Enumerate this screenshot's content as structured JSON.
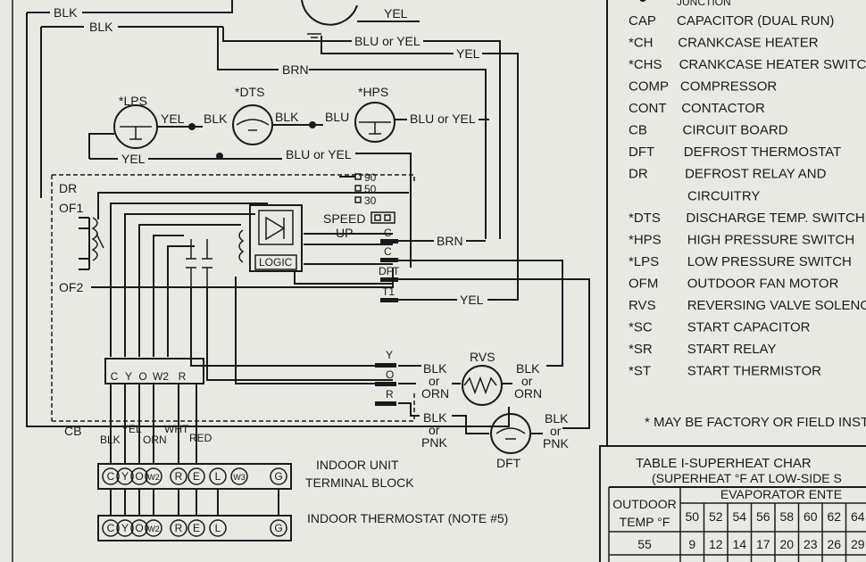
{
  "legend": {
    "header": "JUNCTION",
    "items": [
      {
        "code": "CAP",
        "desc": "CAPACITOR (DUAL RUN)"
      },
      {
        "code": "*CH",
        "desc": "CRANKCASE HEATER"
      },
      {
        "code": "*CHS",
        "desc": "CRANKCASE HEATER SWITCH"
      },
      {
        "code": "COMP",
        "desc": "COMPRESSOR"
      },
      {
        "code": "CONT",
        "desc": "CONTACTOR"
      },
      {
        "code": "CB",
        "desc": "CIRCUIT BOARD"
      },
      {
        "code": "DFT",
        "desc": "DEFROST THERMOSTAT"
      },
      {
        "code": "DR",
        "desc": "DEFROST RELAY AND",
        "desc2": "CIRCUITRY"
      },
      {
        "code": "*DTS",
        "desc": "DISCHARGE TEMP. SWITCH"
      },
      {
        "code": "*HPS",
        "desc": "HIGH PRESSURE SWITCH"
      },
      {
        "code": "*LPS",
        "desc": "LOW PRESSURE SWITCH"
      },
      {
        "code": "OFM",
        "desc": "OUTDOOR FAN MOTOR"
      },
      {
        "code": "RVS",
        "desc": "REVERSING VALVE SOLENO"
      },
      {
        "code": "*SC",
        "desc": "START CAPACITOR"
      },
      {
        "code": "*SR",
        "desc": "START RELAY"
      },
      {
        "code": "*ST",
        "desc": "START THERMISTOR"
      }
    ],
    "note": "* MAY BE FACTORY OR FIELD INST"
  },
  "table": {
    "title": "TABLE I-SUPERHEAT CHAR",
    "subtitle": "(SUPERHEAT °F AT LOW-SIDE S",
    "group_header": "EVAPORATOR ENTE",
    "row_header_1": "OUTDOOR",
    "row_header_2": "TEMP °F",
    "columns": [
      "50",
      "52",
      "54",
      "56",
      "58",
      "60",
      "62",
      "64"
    ],
    "rows": [
      {
        "temp": "55",
        "values": [
          "9",
          "12",
          "14",
          "17",
          "20",
          "23",
          "26",
          "29"
        ]
      }
    ]
  },
  "wires": {
    "blk_top": "BLK",
    "blk_2": "BLK",
    "yel_top": "YEL",
    "blu_or_yel_1": "BLU or YEL",
    "yel_right": "YEL",
    "brn_top": "BRN",
    "lps_yel": "YEL",
    "lps_blk": "BLK",
    "dts_blk": "BLK",
    "dts_blu": "BLU",
    "hps_blu_or_yel": "BLU or YEL",
    "lps_yel_bottom": "YEL",
    "blu_or_yel_2": "BLU or YEL",
    "brn_cb": "BRN",
    "yel_t1": "YEL",
    "rvs_left_1": "BLK",
    "rvs_left_2": "or",
    "rvs_left_3": "ORN",
    "rvs_right_1": "BLK",
    "rvs_right_2": "or",
    "rvs_right_3": "ORN",
    "dft_left_1": "BLK",
    "dft_left_2": "or",
    "dft_left_3": "PNK",
    "dft_right_1": "BLK",
    "dft_right_2": "or",
    "dft_right_3": "PNK",
    "blk_low": "BLK",
    "yel_low": "YEL",
    "orn_low": "ORN",
    "wht_low": "WHT",
    "red_low": "RED"
  },
  "components": {
    "lps": "*LPS",
    "dts": "*DTS",
    "hps": "*HPS",
    "dr": "DR",
    "of1": "OF1",
    "of2": "OF2",
    "cb": "CB",
    "logic": "LOGIC",
    "speed_up_1": "SPEED",
    "speed_up_2": "UP",
    "speed_90": "90",
    "speed_50": "50",
    "speed_30": "30",
    "pin_c1": "C",
    "pin_c2": "C",
    "pin_dft": "DFT",
    "pin_t1": "T1",
    "pin_y": "Y",
    "pin_o": "O",
    "pin_r": "R",
    "rvs": "RVS",
    "dft": "DFT",
    "cb_terminals": [
      "C",
      "Y",
      "O",
      "W2",
      "R"
    ],
    "indoor_unit_terminals": [
      "C",
      "Y",
      "O",
      "W2",
      "R",
      "E",
      "L",
      "W3",
      "G"
    ],
    "indoor_thermostat_terminals": [
      "C",
      "Y",
      "O",
      "W2",
      "R",
      "E",
      "L",
      "G"
    ],
    "indoor_unit_label_1": "INDOOR UNIT",
    "indoor_unit_label_2": "TERMINAL BLOCK",
    "indoor_thermostat_label": "INDOOR THERMOSTAT  (NOTE #5)"
  }
}
